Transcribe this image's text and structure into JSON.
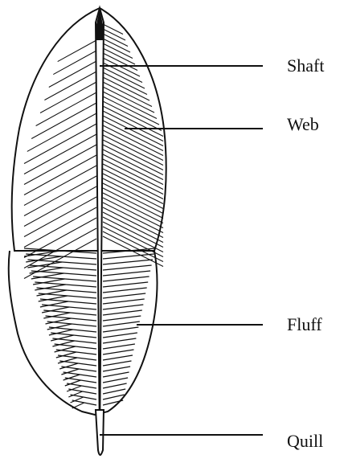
{
  "labels": {
    "shaft": "Shaft",
    "web": "Web",
    "fluff": "Fluff",
    "quill": "Quill"
  },
  "colors": {
    "ink": "#111111",
    "background": "#ffffff"
  }
}
